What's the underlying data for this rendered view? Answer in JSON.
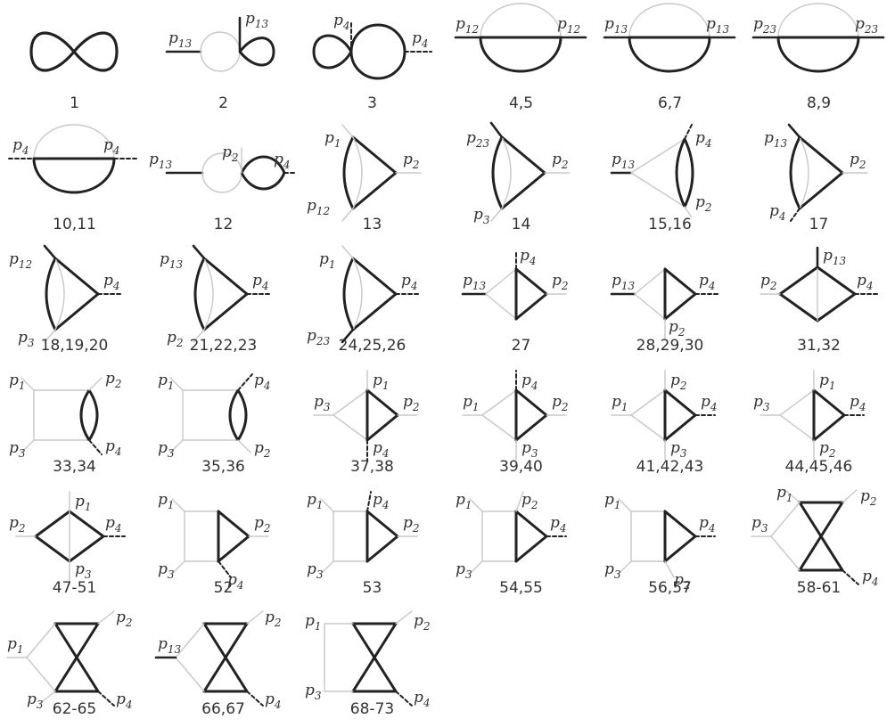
{
  "diagrams": [
    {
      "label": "1",
      "moms": []
    },
    {
      "label": "2",
      "moms": [
        "p13",
        "p13"
      ]
    },
    {
      "label": "3",
      "moms": [
        "p4",
        "p4"
      ]
    },
    {
      "label": "4,5",
      "moms": [
        "p12",
        "p12"
      ]
    },
    {
      "label": "6,7",
      "moms": [
        "p13",
        "p13"
      ]
    },
    {
      "label": "8,9",
      "moms": [
        "p23",
        "p23"
      ]
    },
    {
      "label": "10,11",
      "moms": [
        "p4",
        "p4"
      ]
    },
    {
      "label": "12",
      "moms": [
        "p13",
        "p2",
        "p4"
      ]
    },
    {
      "label": "13",
      "moms": [
        "p1",
        "p2",
        "p12"
      ]
    },
    {
      "label": "14",
      "moms": [
        "p23",
        "p2",
        "p3"
      ]
    },
    {
      "label": "15,16",
      "moms": [
        "p13",
        "p4",
        "p2"
      ]
    },
    {
      "label": "17",
      "moms": [
        "p13",
        "p2",
        "p4"
      ]
    },
    {
      "label": "18,19,20",
      "moms": [
        "p12",
        "p4",
        "p3"
      ]
    },
    {
      "label": "21,22,23",
      "moms": [
        "p13",
        "p4",
        "p2"
      ]
    },
    {
      "label": "24,25,26",
      "moms": [
        "p1",
        "p4",
        "p23"
      ]
    },
    {
      "label": "27",
      "moms": [
        "p13",
        "p4",
        "p2"
      ]
    },
    {
      "label": "28,29,30",
      "moms": [
        "p13",
        "p4",
        "p2"
      ]
    },
    {
      "label": "31,32",
      "moms": [
        "p2",
        "p13",
        "p4"
      ]
    },
    {
      "label": "33,34",
      "moms": [
        "p1",
        "p2",
        "p3",
        "p4"
      ]
    },
    {
      "label": "35,36",
      "moms": [
        "p1",
        "p4",
        "p3",
        "p2"
      ]
    },
    {
      "label": "37,38",
      "moms": [
        "p3",
        "p1",
        "p2",
        "p4"
      ]
    },
    {
      "label": "39,40",
      "moms": [
        "p1",
        "p4",
        "p2",
        "p3"
      ]
    },
    {
      "label": "41,42,43",
      "moms": [
        "p1",
        "p2",
        "p4",
        "p3"
      ]
    },
    {
      "label": "44,45,46",
      "moms": [
        "p3",
        "p1",
        "p4",
        "p2"
      ]
    },
    {
      "label": "47-51",
      "moms": [
        "p2",
        "p1",
        "p4",
        "p3"
      ]
    },
    {
      "label": "52",
      "moms": [
        "p1",
        "p2",
        "p3",
        "p4"
      ]
    },
    {
      "label": "53",
      "moms": [
        "p1",
        "p4",
        "p2",
        "p3"
      ]
    },
    {
      "label": "54,55",
      "moms": [
        "p1",
        "p2",
        "p4",
        "p3"
      ]
    },
    {
      "label": "56,57",
      "moms": [
        "p1",
        "p4",
        "p3",
        "p2"
      ]
    },
    {
      "label": "58-61",
      "moms": [
        "p1",
        "p2",
        "p3",
        "p4"
      ]
    },
    {
      "label": "62-65",
      "moms": [
        "p1",
        "p2",
        "p3",
        "p4"
      ]
    },
    {
      "label": "66,67",
      "moms": [
        "p13",
        "p2",
        "p4"
      ]
    },
    {
      "label": "68-73",
      "moms": [
        "p1",
        "p2",
        "p3",
        "p4"
      ]
    }
  ]
}
